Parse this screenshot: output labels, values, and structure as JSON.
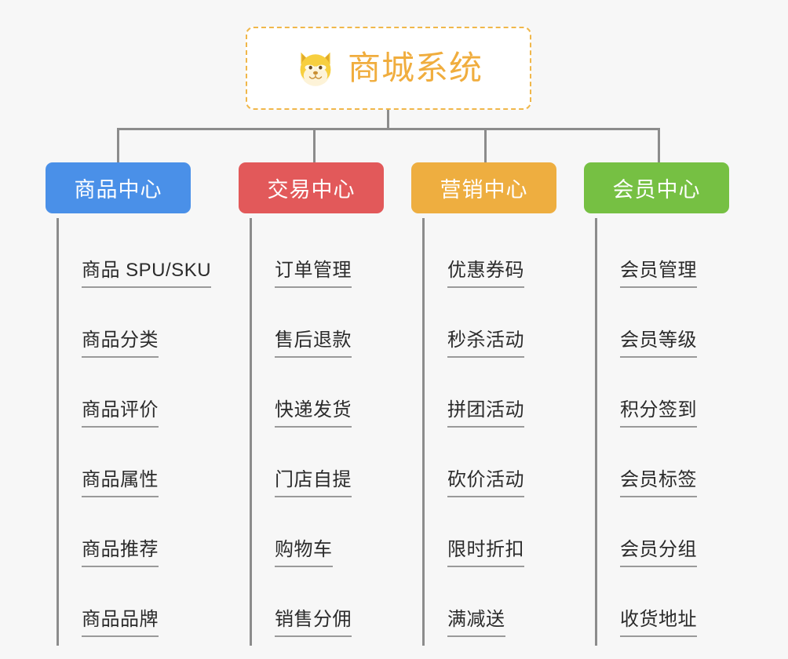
{
  "background_color": "#f7f7f7",
  "root": {
    "title": "商城系统",
    "icon": "shiba-dog-icon",
    "border_color": "#f0b74a",
    "text_color": "#f0ad3e"
  },
  "connector_color": "#8c8c8c",
  "columns": [
    {
      "id": "product-center",
      "header": "商品中心",
      "color": "#4a90e8",
      "items": [
        "商品 SPU/SKU",
        "商品分类",
        "商品评价",
        "商品属性",
        "商品推荐",
        "商品品牌"
      ]
    },
    {
      "id": "trade-center",
      "header": "交易中心",
      "color": "#e2595a",
      "items": [
        "订单管理",
        "售后退款",
        "快递发货",
        "门店自提",
        "购物车",
        "销售分佣"
      ]
    },
    {
      "id": "marketing-center",
      "header": "营销中心",
      "color": "#eeae40",
      "items": [
        "优惠券码",
        "秒杀活动",
        "拼团活动",
        "砍价活动",
        "限时折扣",
        "满减送"
      ]
    },
    {
      "id": "member-center",
      "header": "会员中心",
      "color": "#76c043",
      "items": [
        "会员管理",
        "会员等级",
        "积分签到",
        "会员标签",
        "会员分组",
        "收货地址"
      ]
    }
  ]
}
